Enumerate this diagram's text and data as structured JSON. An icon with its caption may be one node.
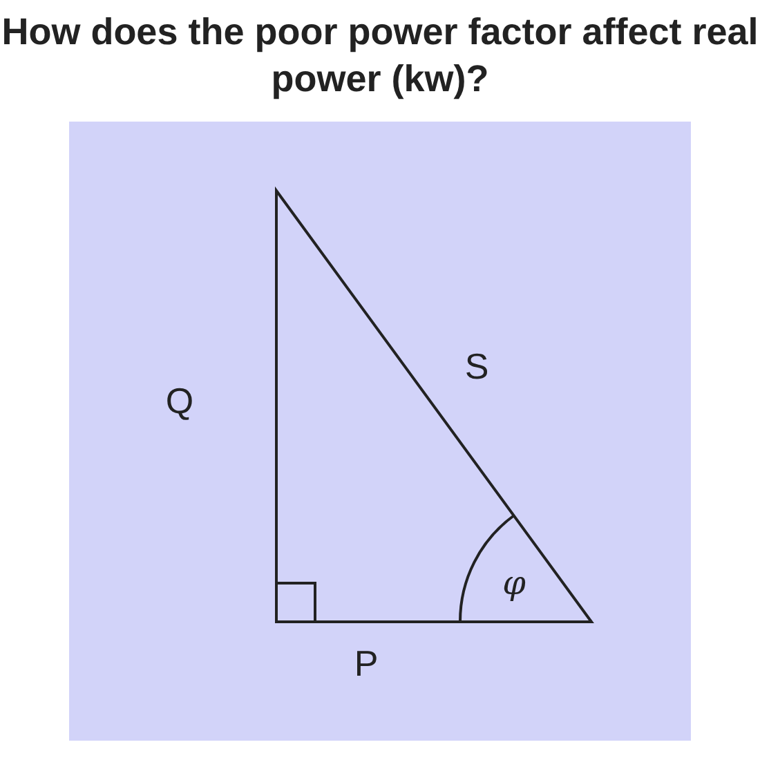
{
  "diagram": {
    "title": "How does the poor power factor affect real power (kw)?",
    "labels": [
      "S",
      "Q",
      "φ",
      "P"
    ]
  }
}
